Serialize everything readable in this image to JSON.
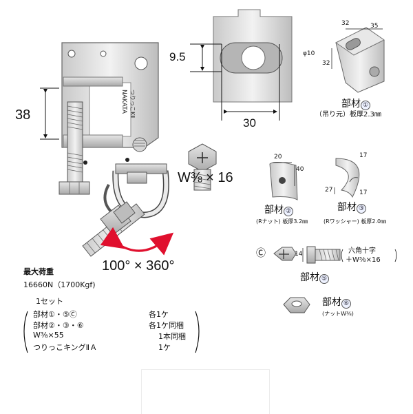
{
  "main_clamp": {
    "dim_height": "38",
    "bolt_label": "W⅜ × 16",
    "rotation_label": "100° × 360°",
    "stamp_brand": "NAKATA",
    "stamp_product": "つりっこKⅡ"
  },
  "slot_detail": {
    "dim_slot": "9.5",
    "dim_width": "30"
  },
  "part1": {
    "dims": {
      "a": "32",
      "b": "35",
      "c": "32",
      "diameter": "φ10"
    },
    "name": "部材",
    "num": "①",
    "desc": "（吊り元）板厚2.3㎜"
  },
  "part2": {
    "dims": {
      "w": "20",
      "h": "40"
    },
    "name": "部材",
    "num": "②",
    "desc": "(Rナット) 板厚3.2㎜"
  },
  "part3": {
    "dims": {
      "top": "17",
      "side": "27",
      "bottom": "17"
    },
    "name": "部材",
    "num": "③",
    "desc": "(Rワッシャー) 板厚2.0㎜"
  },
  "part5": {
    "marker": "Ⓒ",
    "dim": "14",
    "note_line1": "六角十字",
    "note_line2": "＋W⅜×16",
    "name": "部材",
    "num": "⑤"
  },
  "part6": {
    "name": "部材",
    "num": "⑥",
    "desc": "(ナットW⅜)"
  },
  "specs": {
    "load_title": "最大荷重",
    "load_value": "16660N（1700Kgf)",
    "set_label": "1セット",
    "rows": [
      {
        "item": "部材①・⑤Ⓒ",
        "qty": "各1ケ"
      },
      {
        "item": "部材②・③・⑥",
        "qty": "各1ケ同梱"
      },
      {
        "item": "W⅜×55",
        "qty": "1本同梱"
      },
      {
        "item": "つりっこキングⅡＡ",
        "qty": "1ケ"
      }
    ]
  }
}
